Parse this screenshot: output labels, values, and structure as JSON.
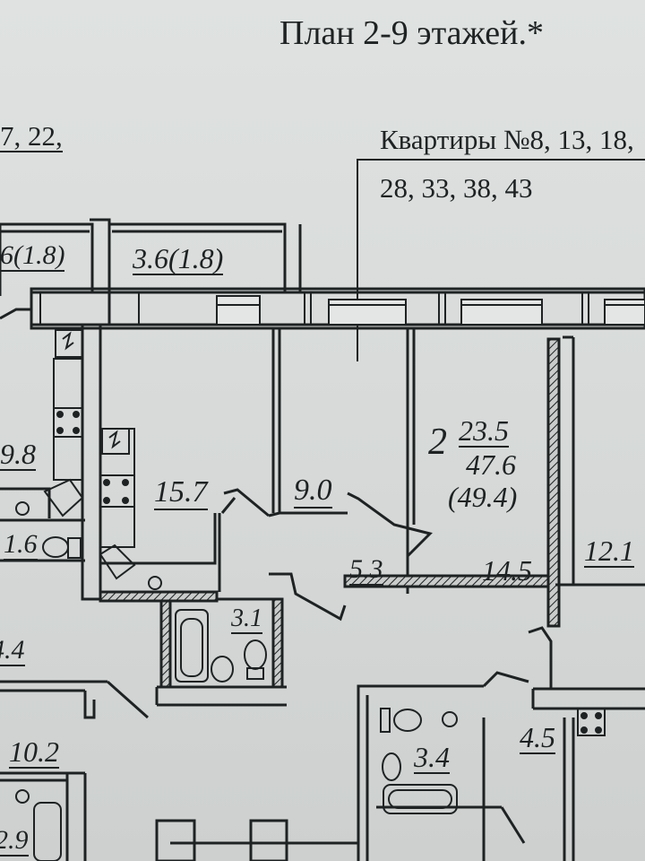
{
  "header": {
    "title": "План 2-9 этажей.*",
    "apartments_line1": "Квартиры №8, 13, 18,",
    "apartments_line2": "28, 33, 38, 43",
    "left_fragment": "7, 22,"
  },
  "plan": {
    "balcony_left": "6(1.8)",
    "balcony_right": "3.6(1.8)",
    "rooms": {
      "kitchen_left": "9.8",
      "room_15_7": "15.7",
      "room_9_0": "9.0",
      "hall_5_3": "5.3",
      "living_14_5": "14.5",
      "room_12_1": "12.1",
      "bath_left": "1.6",
      "bath_3_1": "3.1",
      "corridor_left": "4.4",
      "room_10_2": "10.2",
      "room_2_9": "2.9",
      "bath_3_4": "3.4",
      "hall_4_5": "4.5"
    },
    "apartment_info": {
      "rooms_count": "2",
      "living_area": "23.5",
      "total_area": "47.6",
      "total_with_balcony": "(49.4)"
    }
  }
}
